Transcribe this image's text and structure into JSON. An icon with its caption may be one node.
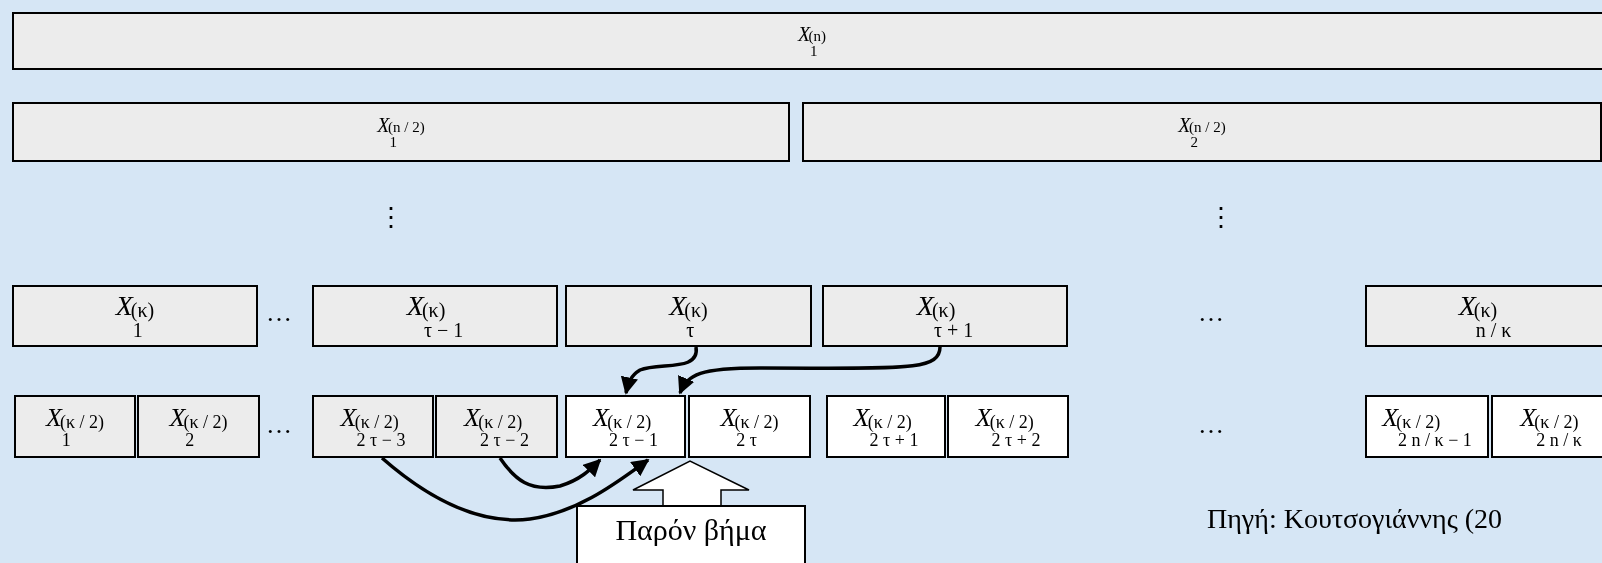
{
  "diagram": {
    "nodes": [
      {
        "text": [
          "*X*$_{1}$$^{(n)}$"
        ]
      },
      {
        "text": [
          "*X*$_{1}$$^{(n / 2)}$"
        ]
      },
      {
        "text": [
          "*X*$_{2}$$^{(n / 2)}$"
        ]
      },
      {
        "text": [
          "*X*$_{1}$$^{(κ)}$"
        ]
      },
      {
        "text": [
          "*X*$_{τ − 1}$$^{(κ)}$"
        ]
      },
      {
        "text": [
          "*X*$_{τ}$$^{(κ)}$"
        ]
      },
      {
        "text": [
          "*X*$_{τ + 1}$$^{(κ)}$"
        ]
      },
      {
        "text": [
          "*X*$_{n / κ}$$^{(κ)}$"
        ]
      },
      {
        "text": [
          "*X*$_{1}$$^{(κ / 2)}$"
        ]
      },
      {
        "text": [
          "*X*$_{2}$$^{(κ / 2)}$"
        ]
      },
      {
        "text": [
          "*X*$_{2 τ − 3}$$^{(κ / 2)}$"
        ]
      },
      {
        "text": [
          "*X*$_{2 τ − 2}$$^{(κ / 2)}$"
        ]
      },
      {
        "text": [
          "*X*$_{2 τ − 1}$$^{(κ / 2)}$"
        ]
      },
      {
        "text": [
          "*X*$_{2 τ}$$^{(κ / 2)}$"
        ]
      },
      {
        "text": [
          "*X*$_{2 τ + 1}$$^{(κ / 2)}$"
        ]
      },
      {
        "text": [
          "*X*$_{2 τ + 2}$$^{(κ / 2)}$"
        ]
      },
      {
        "text": [
          "*X*$_{2 n / κ − 1}$$^{(κ / 2)}$"
        ]
      },
      {
        "text": [
          "*X*$_{2 n / κ}$$^{(κ / 2)}$"
        ]
      },
      {
        "text": [
          "Παρόν βήμα"
        ]
      }
    ],
    "edges": [
      {
        "from": 5,
        "to": 12,
        "arrow": "to"
      },
      {
        "from": 6,
        "to": 12,
        "arrow": "to"
      },
      {
        "from": 10,
        "to": 12,
        "arrow": "to"
      },
      {
        "from": 11,
        "to": 12,
        "arrow": "to"
      },
      {
        "from": 18,
        "to": 12,
        "arrow": "to",
        "style": "thick"
      }
    ],
    "labels": [
      "⋮",
      "⋮",
      "…",
      "…",
      "…",
      "…",
      "Πηγή: Κουτσογιάννης (20"
    ]
  }
}
